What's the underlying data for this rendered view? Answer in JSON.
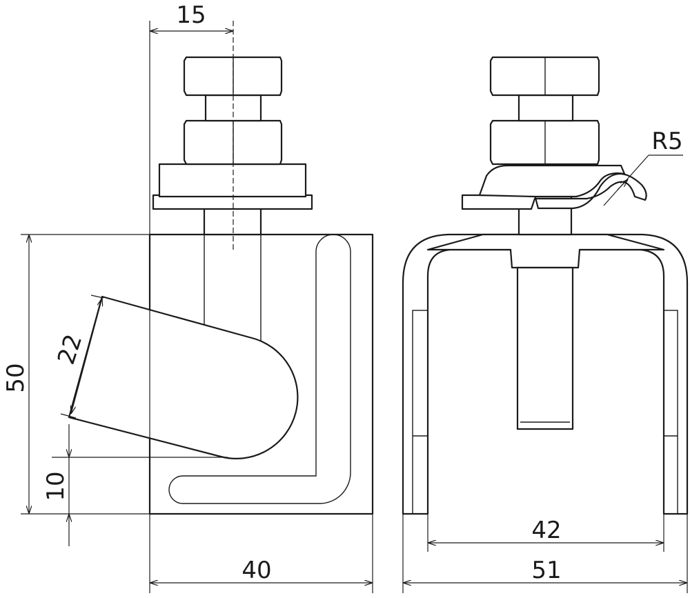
{
  "dimensions": {
    "bolt_offset": "15",
    "body_height": "50",
    "slot_width": "22",
    "slot_base": "10",
    "body_width": "40",
    "inner_width": "42",
    "outer_width": "51",
    "radius": "R5"
  },
  "colors": {
    "line": "#1a1a1a",
    "background": "#ffffff"
  }
}
